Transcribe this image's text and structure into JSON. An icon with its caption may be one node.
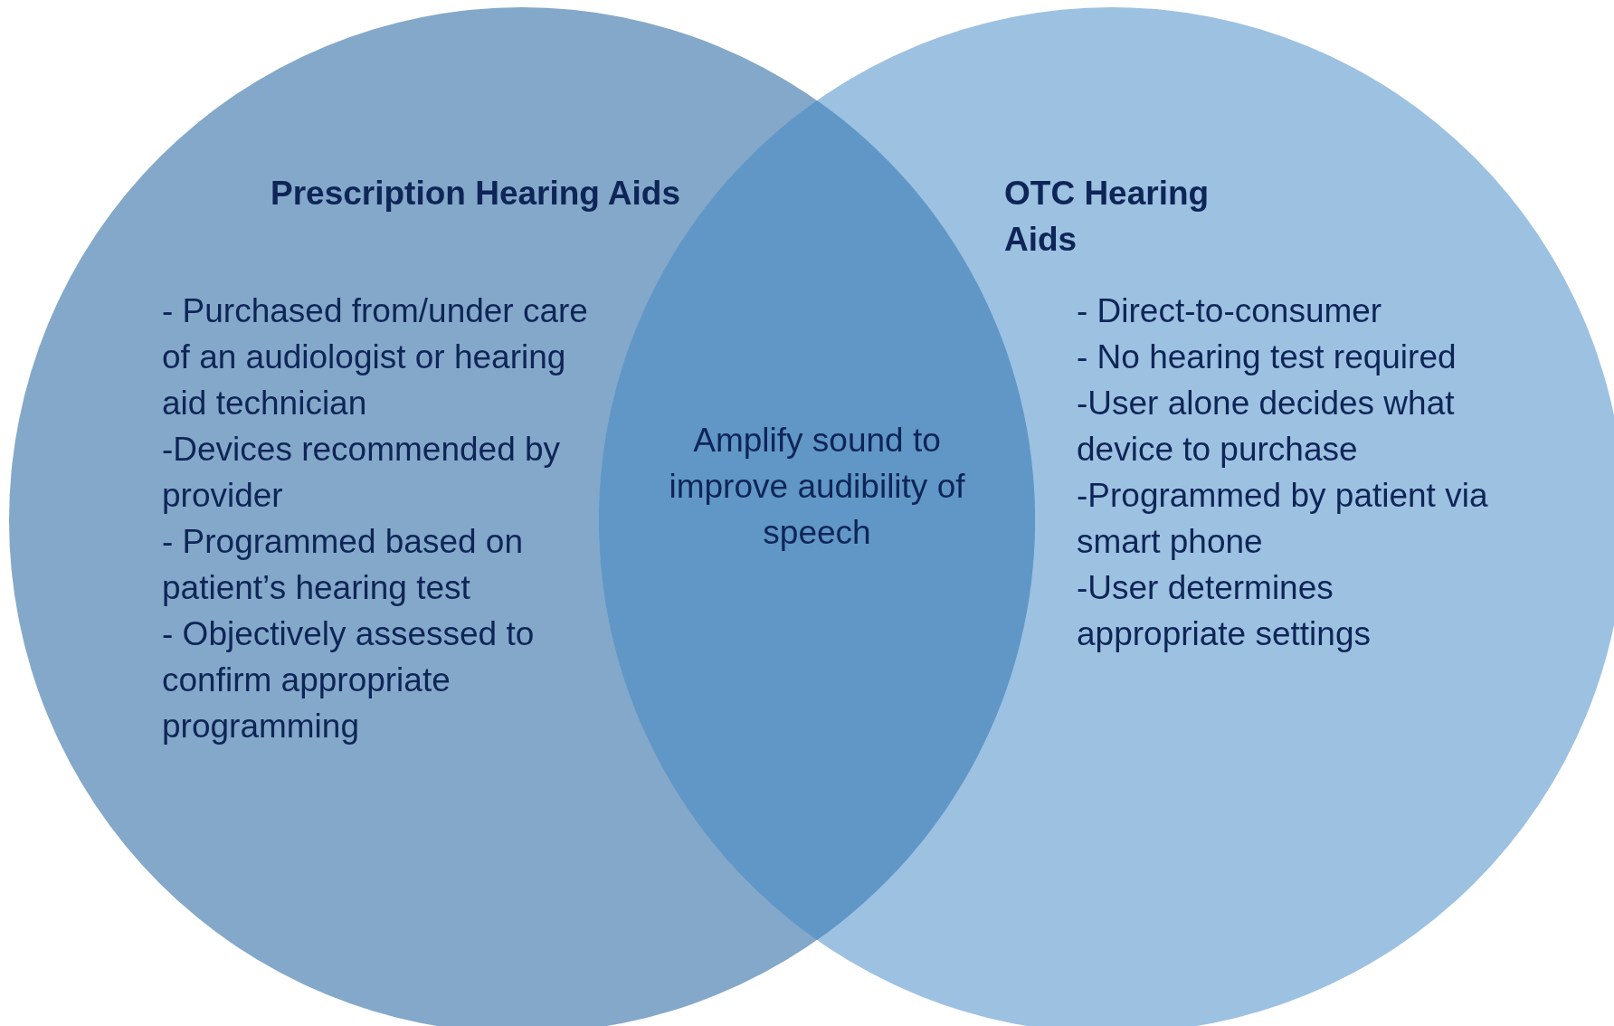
{
  "diagram": {
    "nodes": [
      {
        "text": [
          "Prescription Hearing Aids",
          "- Purchased from/under care of an audiologist or hearing aid technician",
          "-Devices recommended by provider",
          "- Programmed based on patient’s hearing test",
          "- Objectively assessed to confirm appropriate programming"
        ]
      },
      {
        "text": [
          "OTC Hearing Aids",
          "- Direct-to-consumer",
          "- No hearing test required",
          "-User alone decides what device to purchase",
          "-Programmed by patient via smart phone",
          "-User determines appropriate settings"
        ]
      },
      {
        "text": [
          "Amplify sound to improve audibility of speech"
        ]
      }
    ]
  }
}
